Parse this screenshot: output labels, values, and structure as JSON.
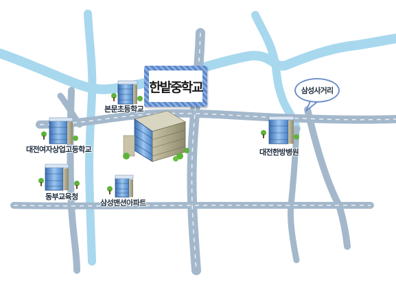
{
  "title": "한밭중학교",
  "bubble": "삼성사거리",
  "places": {
    "bonmun": "본문초등학교",
    "girls_commercial": "대전여자상업고등학교",
    "dongbu": "동부교육청",
    "samsung_apt": "삼성맨션아파트",
    "daejeon_hospital": "대전한방병원"
  },
  "colors": {
    "river": "#a8d8ee",
    "road": "#a4b8cc",
    "sign": "#6b91d0"
  }
}
